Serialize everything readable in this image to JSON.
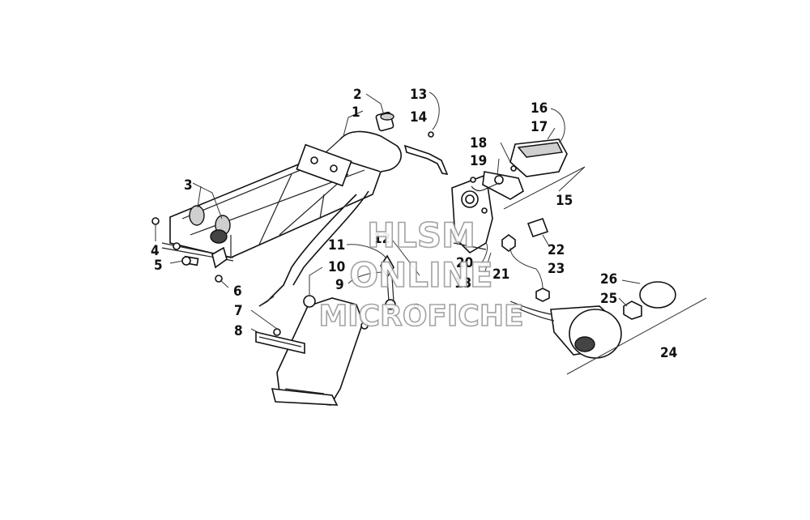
{
  "callouts": [
    {
      "id": "c1",
      "text": "1"
    },
    {
      "id": "c2",
      "text": "2"
    },
    {
      "id": "c3",
      "text": "3"
    },
    {
      "id": "c4",
      "text": "4"
    },
    {
      "id": "c5",
      "text": "5"
    },
    {
      "id": "c6",
      "text": "6"
    },
    {
      "id": "c7",
      "text": "7"
    },
    {
      "id": "c8",
      "text": "8"
    },
    {
      "id": "c9",
      "text": "9"
    },
    {
      "id": "c10",
      "text": "10"
    },
    {
      "id": "c11",
      "text": "11"
    },
    {
      "id": "c12",
      "text": "12"
    },
    {
      "id": "c13a",
      "text": "13"
    },
    {
      "id": "c13b",
      "text": "13"
    },
    {
      "id": "c14",
      "text": "14"
    },
    {
      "id": "c15",
      "text": "15"
    },
    {
      "id": "c16",
      "text": "16"
    },
    {
      "id": "c17",
      "text": "17"
    },
    {
      "id": "c18",
      "text": "18"
    },
    {
      "id": "c19",
      "text": "19"
    },
    {
      "id": "c20",
      "text": "20"
    },
    {
      "id": "c21",
      "text": "21"
    },
    {
      "id": "c22",
      "text": "22"
    },
    {
      "id": "c23",
      "text": "23"
    },
    {
      "id": "c24",
      "text": "24"
    },
    {
      "id": "c25",
      "text": "25"
    },
    {
      "id": "c26",
      "text": "26"
    }
  ],
  "watermark": {
    "line1": "HLSM",
    "line2": "ONLINE",
    "line3": "MICROFICHE"
  }
}
